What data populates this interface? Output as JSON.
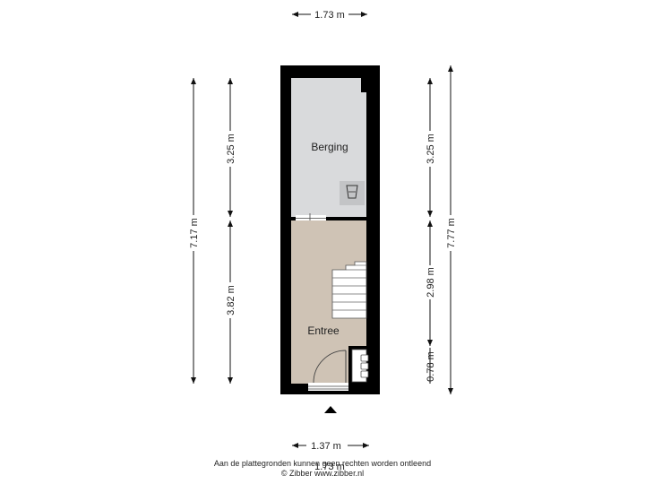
{
  "plan": {
    "rooms": [
      {
        "name": "Berging"
      },
      {
        "name": "Entree"
      }
    ],
    "dimensions": {
      "top_width": "1.73 m",
      "bottom_width": "1.37 m",
      "bottom_width_overlap": "1.73 m",
      "left_outer": "7.17 m",
      "left_upper": "3.25 m",
      "left_lower": "3.82 m",
      "right_outer": "7.77 m",
      "right_upper": "3.25 m",
      "right_middle": "2.98 m",
      "right_lower": "0.78 m"
    },
    "colors": {
      "wall": "#000000",
      "berging_floor": "#d9dadc",
      "entree_floor": "#cfc3b5"
    },
    "icons": [
      "boiler-icon",
      "meter-cabinet-icon",
      "entrance-arrow-icon",
      "stairs-icon",
      "door-swing-icon"
    ]
  },
  "footer": {
    "disclaimer_line1": "Aan de plattegronden kunnen geen rechten worden ontleend",
    "disclaimer_line2": "© Zibber www.zibber.nl"
  }
}
